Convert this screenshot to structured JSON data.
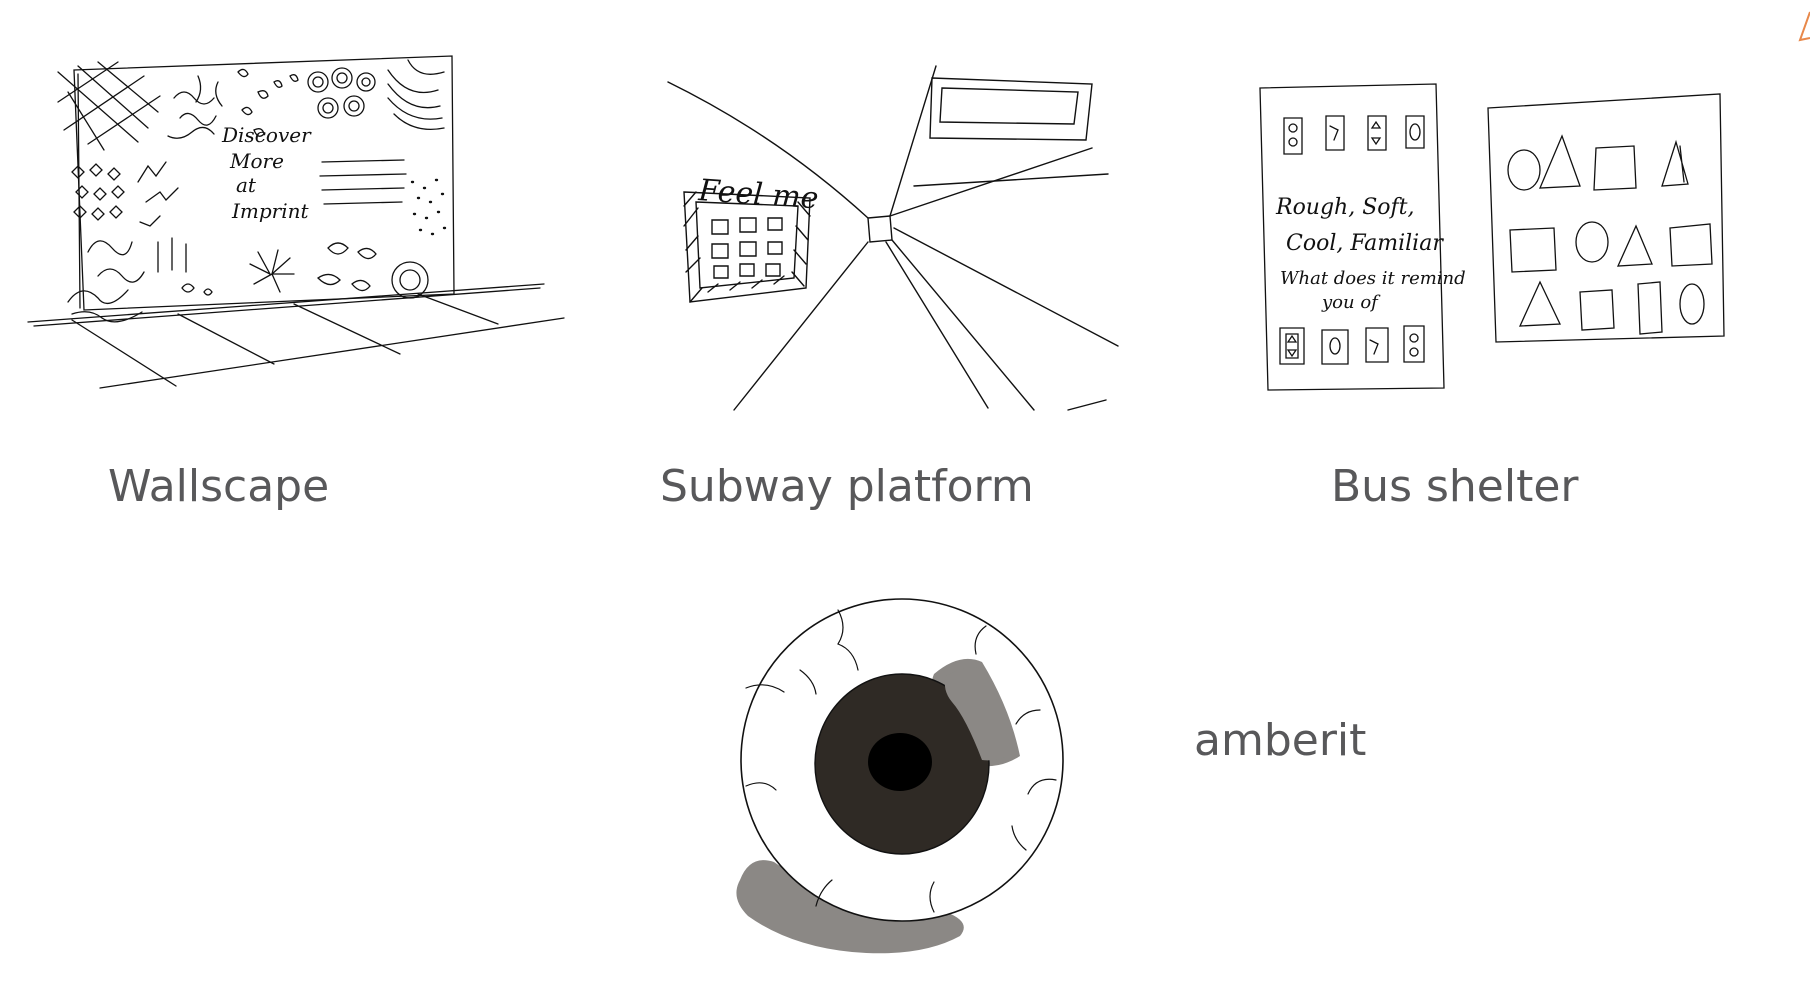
{
  "colors": {
    "background": "#ffffff",
    "caption": "#58585a",
    "ink": "#111111",
    "iris": "#2f2a25",
    "pupil": "#000000",
    "smudge": "#8b8885",
    "corner_accent": "#e8884a"
  },
  "captions": {
    "wallscape": "Wallscape",
    "subway": "Subway platform",
    "bus": "Bus shelter",
    "eye": "amberit"
  },
  "wallscape_sketch": {
    "lines": [
      "Discover",
      "More",
      "at",
      "Imprint"
    ]
  },
  "subway_sketch": {
    "sign": "Feel me"
  },
  "bus_sketch": {
    "lines": [
      "Rough, Soft,",
      "Cool, Familiar",
      "What does it remind",
      "you of"
    ]
  }
}
